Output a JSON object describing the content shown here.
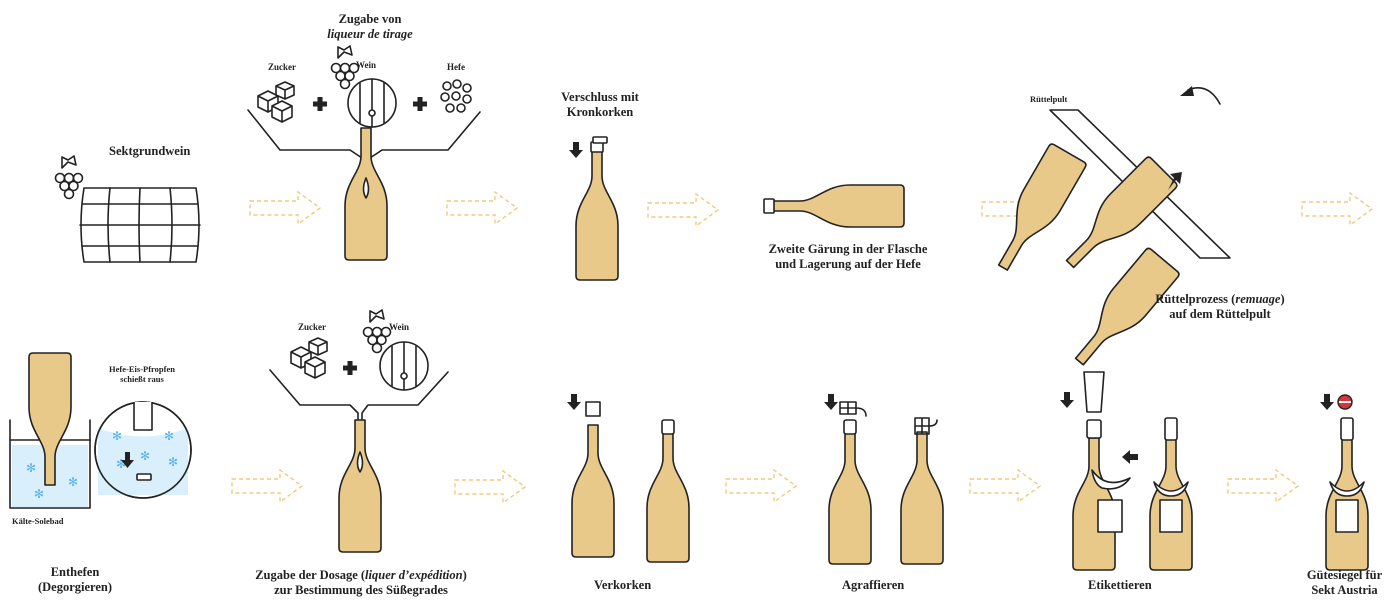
{
  "colors": {
    "bottle_fill": "#e8c98a",
    "outline": "#222222",
    "flow_arrow": "#f2c97c",
    "ice_water": "#d9effb",
    "snowflake": "#5bb3e6",
    "seal_red": "#d9343b"
  },
  "top_row": {
    "step1": {
      "title": "Sektgrundwein",
      "icon": "wine-barrel-with-grapes"
    },
    "step2": {
      "title_line1": "Zugabe von",
      "title_line2": "liqueur de tirage",
      "sugar": "Zucker",
      "wine": "Wein",
      "yeast": "Hefe"
    },
    "step3": {
      "title_line1": "Verschluss mit",
      "title_line2": "Kronkorken"
    },
    "step4": {
      "title_line1": "Zweite Gärung in der Flasche",
      "title_line2": "und Lagerung auf der Hefe"
    },
    "step5": {
      "rack_label": "Rüttelpult",
      "title_prefix": "Rüttelprozess (",
      "title_italic": "remuage",
      "title_suffix": ")",
      "title_line2": "auf dem Rüttelpult"
    }
  },
  "bottom_row": {
    "step6": {
      "bath_label": "Kälte-Solebad",
      "plug_line1": "Hefe-Eis-Pfropfen",
      "plug_line2": "schießt raus",
      "title_line1": "Enthefen",
      "title_line2": "(Degorgieren)"
    },
    "step7": {
      "sugar": "Zucker",
      "wine": "Wein",
      "title_prefix": "Zugabe der Dosage (",
      "title_italic": "liquer d’expédition",
      "title_suffix": ")",
      "title_line2": "zur Bestimmung des Süßegrades"
    },
    "step8": {
      "title": "Verkorken"
    },
    "step9": {
      "title": "Agraffieren"
    },
    "step10": {
      "title": "Etikettieren"
    },
    "step11": {
      "title_line1": "Gütesiegel für",
      "title_line2": "Sekt Austria"
    }
  }
}
